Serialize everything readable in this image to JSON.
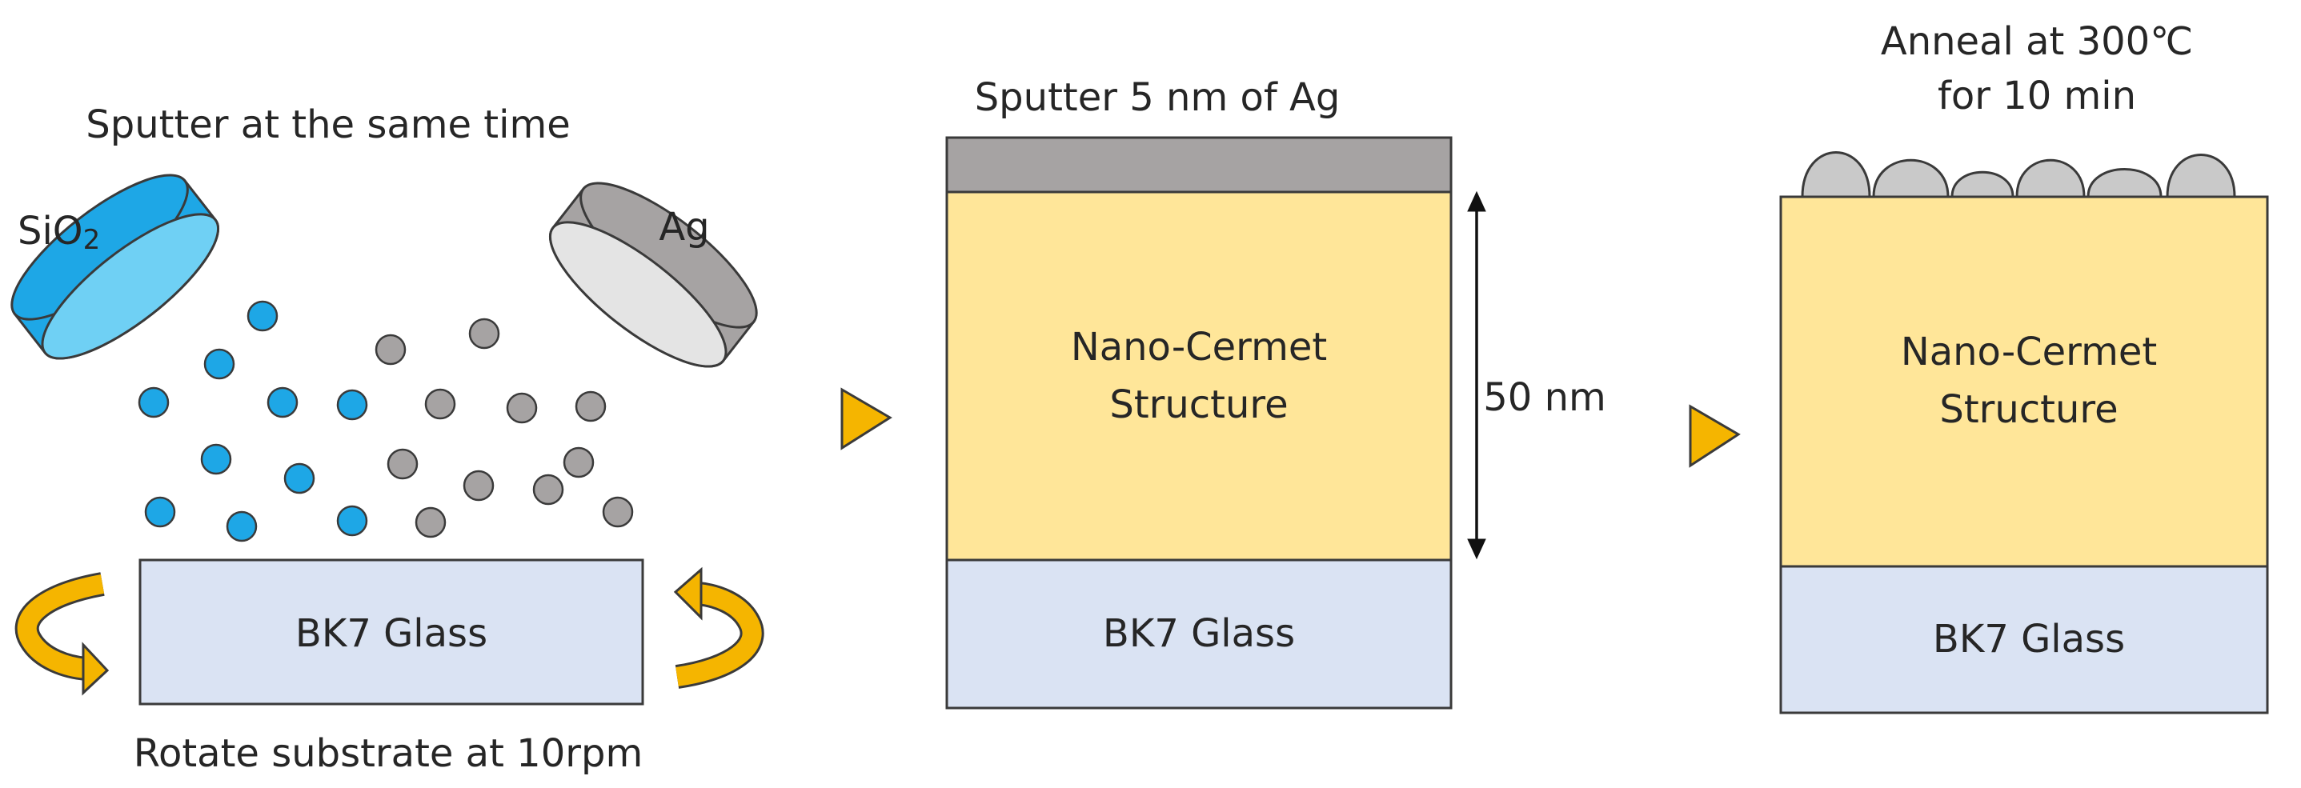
{
  "step1": {
    "title": "Sputter at the same time",
    "source_left_label_main": "SiO",
    "source_left_label_sub": "2",
    "source_right_label": "Ag",
    "substrate_label": "BK7 Glass",
    "bottom_caption": "Rotate substrate at 10rpm"
  },
  "step2": {
    "title": "Sputter 5 nm of Ag",
    "layer_label_line1": "Nano-Cermet",
    "layer_label_line2": "Structure",
    "substrate_label": "BK7 Glass",
    "thickness_label": "50 nm"
  },
  "step3": {
    "title_line1": "Anneal at 300℃",
    "title_line2": "for 10 min",
    "layer_label_line1": "Nano-Cermet",
    "layer_label_line2": "Structure",
    "substrate_label": "BK7 Glass"
  },
  "colors": {
    "sio2_blue": "#1EA7E6",
    "sio2_blue_light": "#6FD0F4",
    "ag_gray": "#A6A3A3",
    "ag_gray_light": "#E4E4E4",
    "glass": "#DAE3F3",
    "cermet": "#FFE699",
    "arrow_orange": "#F5B500",
    "outline": "#3A3A3A"
  }
}
